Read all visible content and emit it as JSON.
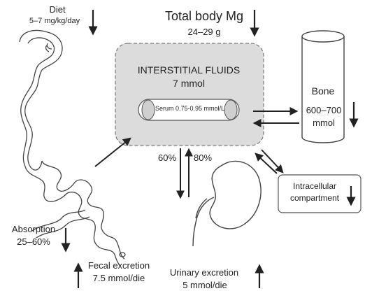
{
  "diet": {
    "title": "Diet",
    "amount": "5–7 mg/kg/day"
  },
  "total": {
    "title": "Total body Mg",
    "amount": "24–29 g"
  },
  "interstitial": {
    "title": "INTERSTITIAL FLUIDS",
    "amount": "7 mmol"
  },
  "serum": {
    "label": "Serum 0.75-0.95 mmol/L"
  },
  "bone": {
    "title": "Bone",
    "amount_line1": "600–700",
    "amount_line2": "mmol"
  },
  "intracellular": {
    "line1": "Intracellular",
    "line2": "compartment"
  },
  "absorption": {
    "line1": "Absorption",
    "line2": "25–60%"
  },
  "fecal": {
    "line1": "Fecal excretion",
    "line2": "7.5 mmol/die"
  },
  "urinary": {
    "line1": "Urinary excretion",
    "line2": "5 mmol/die"
  },
  "renal": {
    "filtered_pct": "60%",
    "reabsorbed_pct": "80%"
  },
  "colors": {
    "box_fill": "#dcdcdc",
    "box_border": "#777777",
    "ink": "#222222"
  }
}
